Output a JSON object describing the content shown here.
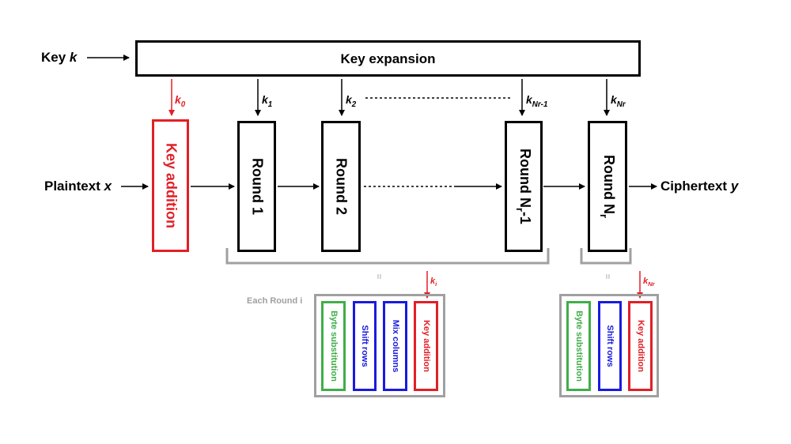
{
  "inputs": {
    "key_label": "Key",
    "key_var": "k",
    "plaintext_label": "Plaintext",
    "plaintext_var": "x",
    "ciphertext_label": "Ciphertext",
    "ciphertext_var": "y"
  },
  "key_expansion": {
    "label": "Key expansion"
  },
  "subkeys": {
    "k0": {
      "base": "k",
      "sub": "0"
    },
    "k1": {
      "base": "k",
      "sub": "1"
    },
    "k2": {
      "base": "k",
      "sub": "2"
    },
    "kNr1": {
      "base": "k",
      "sub": "Nr-1"
    },
    "kNr": {
      "base": "k",
      "sub": "Nr"
    },
    "ki": {
      "base": "k",
      "sub": "i"
    }
  },
  "blocks": {
    "key_addition": "Key addition",
    "round1": "Round 1",
    "round2": "Round 2",
    "round_nr1_main": "Round N",
    "round_nr1_sub": "r",
    "round_nr1_tail": "-1",
    "round_nr_main": "Round N",
    "round_nr_sub": "r"
  },
  "equals": "=",
  "each_round": {
    "label": "Each Round i",
    "steps": [
      "Byte substitution",
      "Shift rows",
      "Mix columns",
      "Key addition"
    ]
  },
  "final_round": {
    "steps": [
      "Byte substitution",
      "Shift rows",
      "Key addition"
    ]
  },
  "colors": {
    "red": "#e21f26",
    "green": "#3fae49",
    "blue": "#1a1ae0",
    "gray": "#a0a0a0",
    "black": "#000000"
  }
}
